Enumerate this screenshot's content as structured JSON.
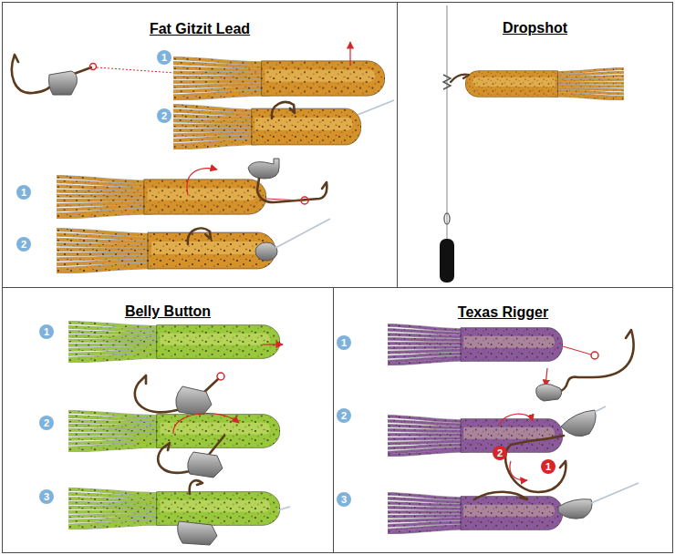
{
  "diagram": {
    "nodes": [
      {
        "text": [
          "Fat Gitzit Lead"
        ]
      },
      {
        "text": [
          "Dropshot"
        ]
      },
      {
        "text": [
          "Belly Button"
        ]
      },
      {
        "text": [
          "Texas Rigger"
        ]
      }
    ],
    "labels": [
      "1",
      "2",
      "1",
      "2",
      "1",
      "2",
      "3",
      "1",
      "2",
      "2",
      "1",
      "3"
    ]
  }
}
